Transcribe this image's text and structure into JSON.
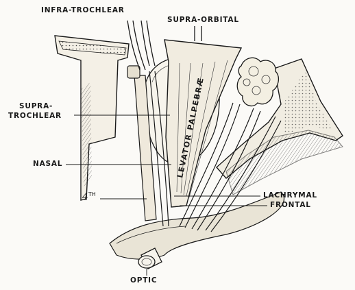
{
  "labels": {
    "infra_trochlear": "INFRA-TROCHLEAR",
    "supra_orbital": "SUPRA-ORBITAL",
    "supra_trochlear_1": "SUPRA-",
    "supra_trochlear_2": "TROCHLEAR",
    "nasal": "NASAL",
    "lachrymal": "LACHRYMAL",
    "frontal": "FRONTAL",
    "fourth": "4",
    "fourth_sup": "TH",
    "optic": "OPTIC",
    "levator_palpebrae": "LEVATOR PALPEBRÆ"
  }
}
